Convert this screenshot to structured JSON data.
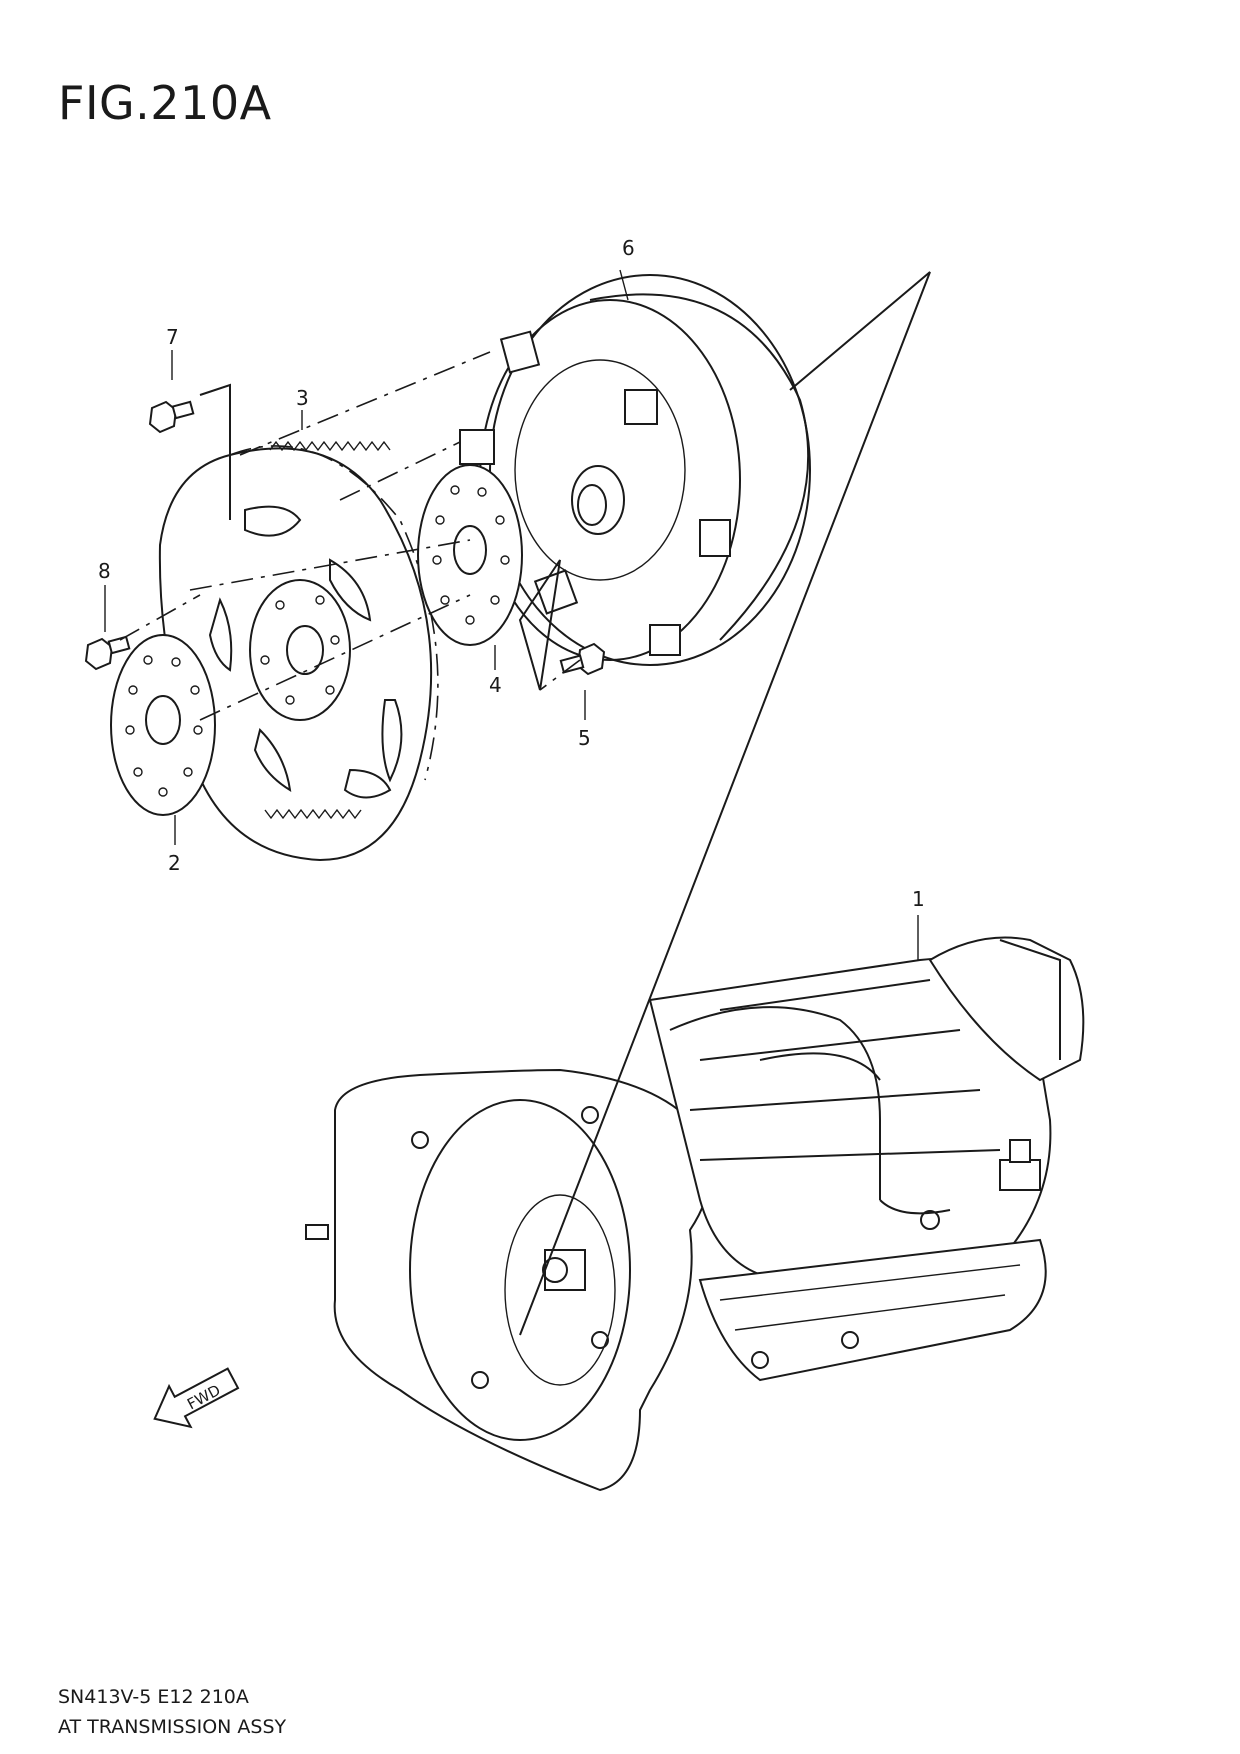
{
  "figure": {
    "title": "FIG.210A"
  },
  "callouts": [
    {
      "id": "1",
      "label": "1"
    },
    {
      "id": "2",
      "label": "2"
    },
    {
      "id": "3",
      "label": "3"
    },
    {
      "id": "4",
      "label": "4"
    },
    {
      "id": "5",
      "label": "5"
    },
    {
      "id": "6",
      "label": "6"
    },
    {
      "id": "7",
      "label": "7"
    },
    {
      "id": "8",
      "label": "8"
    }
  ],
  "direction_marker": {
    "label": "FWD"
  },
  "footer": {
    "code": "SN413V-5 E12 210A",
    "caption": "AT TRANSMISSION ASSY"
  }
}
